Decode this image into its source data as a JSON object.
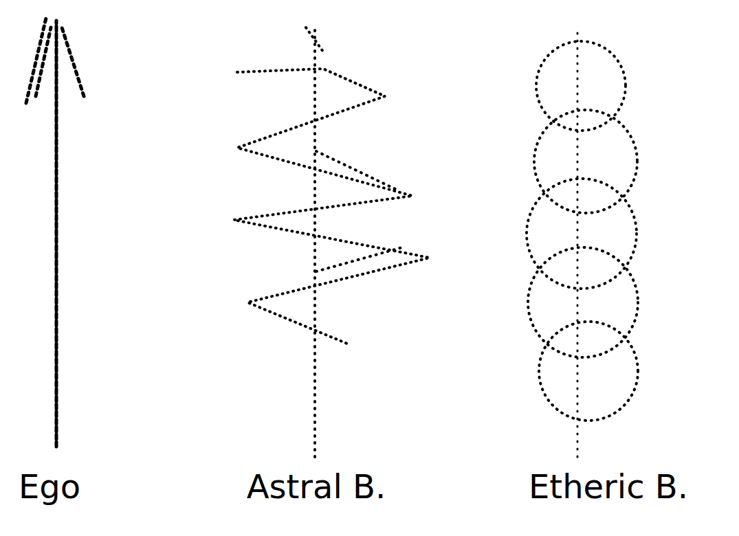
{
  "diagram": {
    "labels": [
      "Ego",
      "Astral B.",
      "Etheric B."
    ]
  }
}
